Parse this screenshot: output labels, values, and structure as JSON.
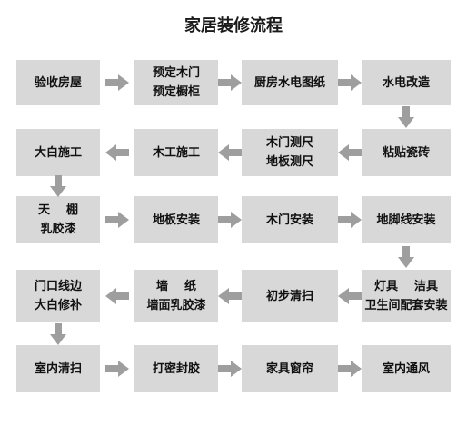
{
  "title": "家居装修流程",
  "colors": {
    "box_fill": "#d8d8d8",
    "arrow_fill": "#9e9e9e",
    "text": "#111111"
  },
  "steps": [
    {
      "lines": [
        "验收房屋"
      ]
    },
    {
      "lines": [
        "预定木门",
        "预定橱柜"
      ]
    },
    {
      "lines": [
        "厨房水电图纸"
      ]
    },
    {
      "lines": [
        "水电改造"
      ]
    },
    {
      "lines": [
        "粘贴瓷砖"
      ]
    },
    {
      "lines": [
        "木门测尺",
        "地板测尺"
      ]
    },
    {
      "lines": [
        "木工施工"
      ]
    },
    {
      "lines": [
        "大白施工"
      ]
    },
    {
      "lines": [
        "天    棚",
        "乳胶漆"
      ]
    },
    {
      "lines": [
        "地板安装"
      ]
    },
    {
      "lines": [
        "木门安装"
      ]
    },
    {
      "lines": [
        "地脚线安装"
      ]
    },
    {
      "lines": [
        "灯具    洁具",
        "卫生间配套安装"
      ]
    },
    {
      "lines": [
        "初步清扫"
      ]
    },
    {
      "lines": [
        "墙    纸",
        "墙面乳胶漆"
      ]
    },
    {
      "lines": [
        "门口线边",
        "大白修补"
      ]
    },
    {
      "lines": [
        "室内清扫"
      ]
    },
    {
      "lines": [
        "打密封胶"
      ]
    },
    {
      "lines": [
        "家具窗帘"
      ]
    },
    {
      "lines": [
        "室内通风"
      ]
    }
  ]
}
